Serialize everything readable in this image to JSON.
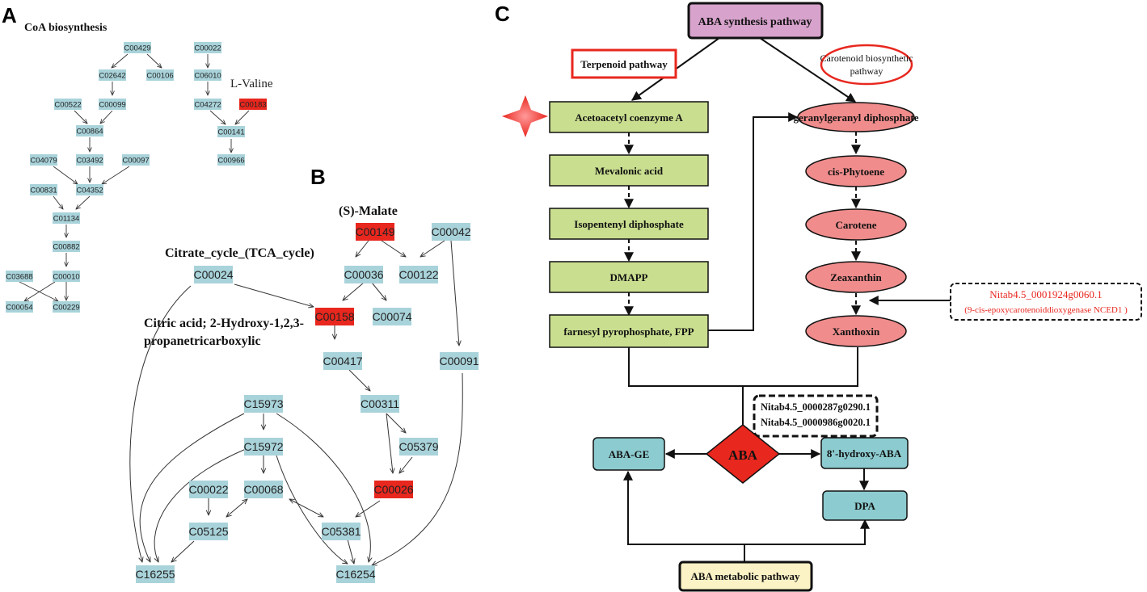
{
  "colors": {
    "kegg_node": "#a9d3da",
    "kegg_highlight": "#e8271e",
    "box_green": "#c9de8f",
    "oval_pink": "#f08c8c",
    "box_cyan": "#8ccbcf",
    "box_pink_header": "#d7a2cc",
    "box_yellow": "#fbf2c5",
    "aba_diamond": "#e8271e",
    "red_text": "#e8271e",
    "edge": "#333333"
  },
  "panel_a": {
    "letter": "A",
    "title": "CoA biosynthesis",
    "side_label": "L-Valine",
    "nodes": {
      "a1": "C00429",
      "a2": "C02642",
      "a3": "C00106",
      "a4": "C00522",
      "a5": "C00099",
      "a6": "C00864",
      "a7": "C04079",
      "a8": "C03492",
      "a9": "C00097",
      "a10": "C00831",
      "a11": "C04352",
      "a12": "C01134",
      "a13": "C00882",
      "a14": "C03688",
      "a15": "C00010",
      "a16": "C00054",
      "a17": "C00229",
      "a18": "C00022",
      "a19": "C06010",
      "a20": "C04272",
      "a21": "C00183",
      "a22": "C00141",
      "a23": "C00966"
    },
    "highlighted": [
      "a21"
    ]
  },
  "panel_b": {
    "letter": "B",
    "label_malate": "(S)-Malate",
    "label_tca": "Citrate_cycle_(TCA_cycle)",
    "label_citric_1": "Citric acid; 2-Hydroxy-1,2,3-",
    "label_citric_2": "propanetricarboxylic",
    "nodes": {
      "b1": "C00149",
      "b2": "C00042",
      "b3": "C00036",
      "b4": "C00122",
      "b5": "C00024",
      "b6": "C00158",
      "b7": "C00074",
      "b8": "C00417",
      "b9": "C00091",
      "b10": "C00311",
      "b11": "C15973",
      "b12": "C05379",
      "b13": "C15972",
      "b14": "C00022",
      "b15": "C00068",
      "b16": "C00026",
      "b17": "C05125",
      "b18": "C05381",
      "b19": "C16255",
      "b20": "C16254"
    },
    "highlighted": [
      "b1",
      "b6",
      "b16"
    ]
  },
  "panel_c": {
    "letter": "C",
    "aba_synthesis": "ABA synthesis pathway",
    "terpenoid": "Terpenoid pathway",
    "carotenoid_1": "Carotenoid biosynthetic",
    "carotenoid_2": "pathway",
    "left_steps": {
      "s1": "Acetoacetyl coenzyme A",
      "s2": "Mevalonic acid",
      "s3": "Isopentenyl diphosphate",
      "s4": "DMAPP",
      "s5": "farnesyl pyrophosphate, FPP"
    },
    "right_steps": {
      "r1": "geranylgeranyl diphosphate",
      "r2": "cis-Phytoene",
      "r3": "Carotene",
      "r4": "Zeaxanthin",
      "r5": "Xanthoxin"
    },
    "nced_gene": "Nitab4.5_0001924g0060.1",
    "nced_desc": "(9-cis-epoxycarotenoiddioxygenase NCED1 )",
    "aba_genes": [
      "Nitab4.5_0000287g0290.1",
      "Nitab4.5_0000986g0020.1"
    ],
    "aba": "ABA",
    "aba_ge": "ABA-GE",
    "hydroxy_aba": "8'-hydroxy-ABA",
    "dpa": "DPA",
    "aba_metabolic": "ABA metabolic pathway"
  }
}
